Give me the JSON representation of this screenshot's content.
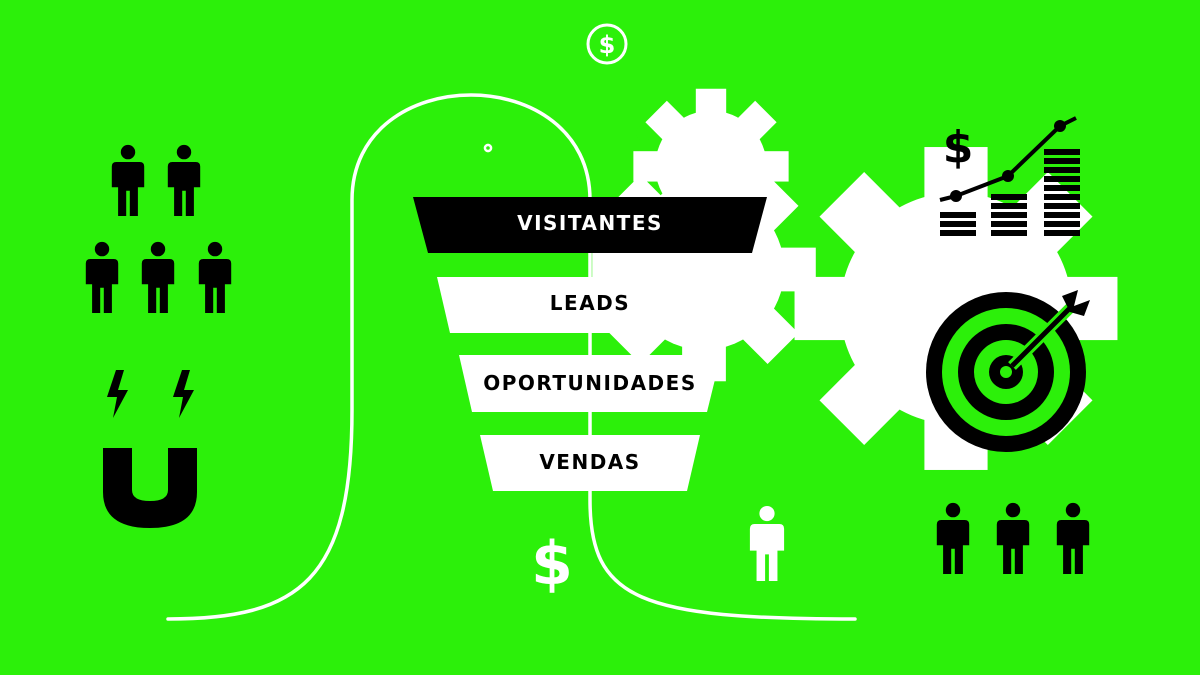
{
  "funnel": {
    "stages": [
      {
        "label": "VISITANTES",
        "fill": "#000000",
        "text_color": "#ffffff"
      },
      {
        "label": "LEADS",
        "fill": "#ffffff",
        "text_color": "#000000"
      },
      {
        "label": "OPORTUNIDADES",
        "fill": "#ffffff",
        "text_color": "#000000"
      },
      {
        "label": "VENDAS",
        "fill": "#ffffff",
        "text_color": "#000000"
      }
    ]
  },
  "symbols": {
    "currency_center": "$",
    "currency_coin": "$",
    "currency_chart": "$"
  },
  "colors": {
    "background": "#2cf00a",
    "dark": "#000000",
    "light": "#ffffff"
  }
}
